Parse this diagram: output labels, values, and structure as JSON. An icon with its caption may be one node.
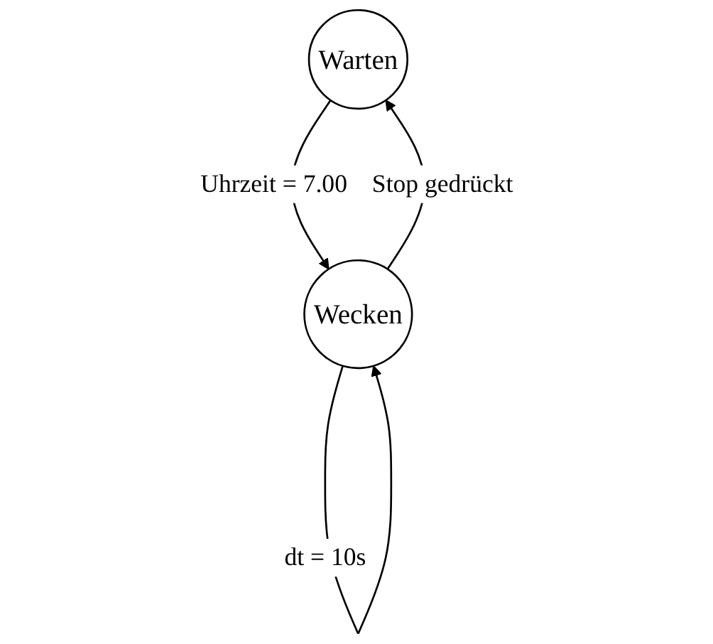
{
  "diagram": {
    "nodes": [
      {
        "text": [
          "Warten"
        ]
      },
      {
        "text": [
          "Wecken"
        ]
      }
    ],
    "edges": [
      {
        "from": 0,
        "to": 1,
        "arrow": "to",
        "label": "Uhrzeit = 7.00"
      },
      {
        "from": 1,
        "to": 0,
        "arrow": "to",
        "label": "Stop gedrückt"
      },
      {
        "from": 1,
        "to": 1,
        "arrow": "to",
        "label": "dt = 10s"
      }
    ]
  }
}
